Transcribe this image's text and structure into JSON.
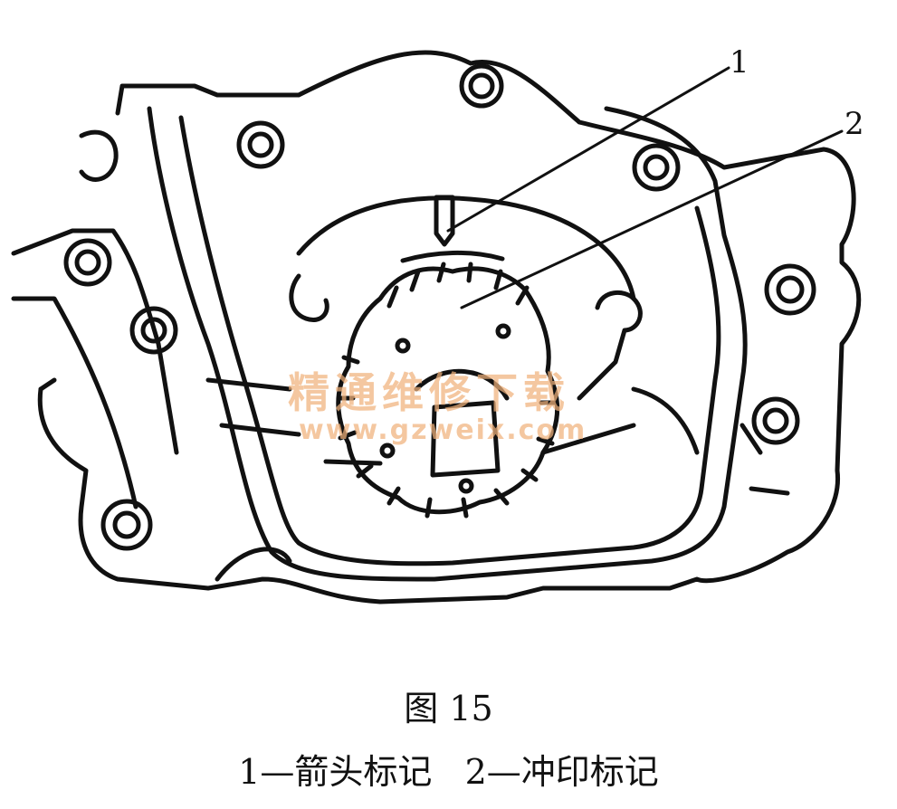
{
  "callouts": {
    "c1": "1",
    "c2": "2"
  },
  "watermark": {
    "text": "精通维修下载",
    "url": "www.gzweix.com"
  },
  "figure": {
    "title": "图 15",
    "caption": "1—箭头标记   2—冲印标记"
  },
  "colors": {
    "line": "#111111",
    "watermark": "#f0b27c"
  }
}
